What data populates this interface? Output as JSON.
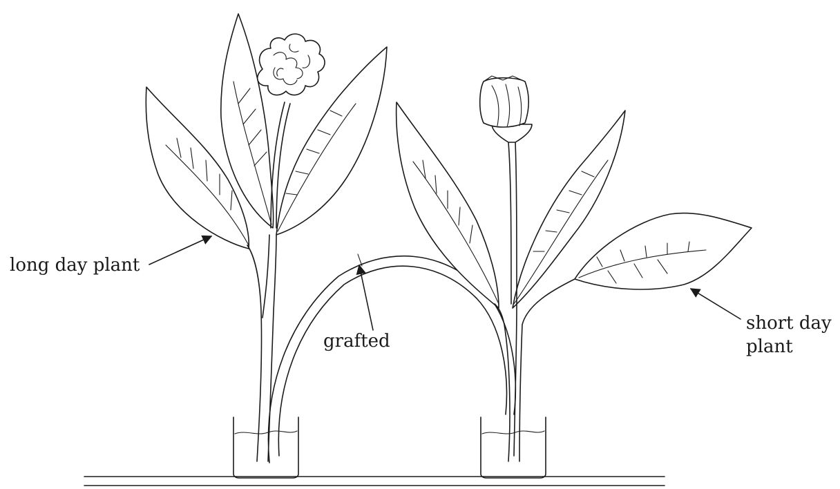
{
  "labels": {
    "long_day_plant": "long day plant",
    "grafted": "grafted",
    "short_day_plant_line1": "short day",
    "short_day_plant_line2": "plant"
  }
}
